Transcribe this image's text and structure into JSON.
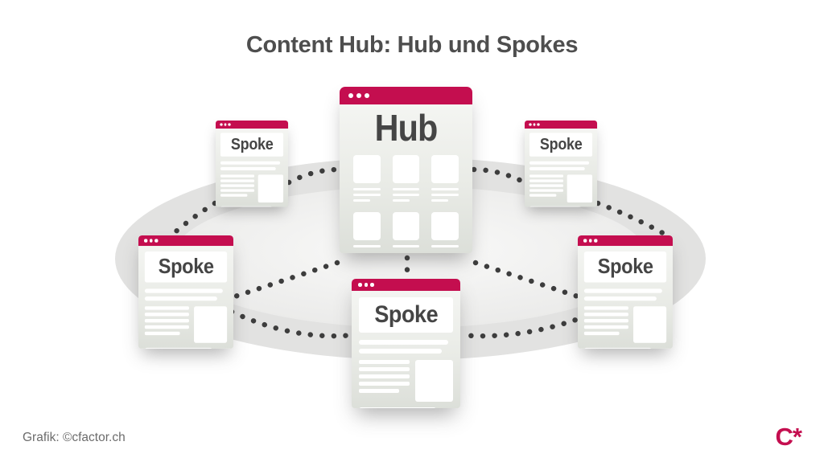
{
  "title": "Content Hub: Hub und Spokes",
  "diagram": {
    "hub": {
      "label": "Hub"
    },
    "spokes": [
      {
        "label": "Spoke",
        "position": "top-left"
      },
      {
        "label": "Spoke",
        "position": "top-right"
      },
      {
        "label": "Spoke",
        "position": "left"
      },
      {
        "label": "Spoke",
        "position": "right"
      },
      {
        "label": "Spoke",
        "position": "bottom"
      }
    ],
    "connections": [
      "hub - top-left spoke",
      "hub - top-right spoke",
      "hub - left spoke",
      "hub - right spoke",
      "hub - bottom spoke",
      "top-left spoke - left spoke",
      "top-right spoke - right spoke",
      "left spoke - bottom spoke",
      "right spoke - bottom spoke"
    ]
  },
  "footer": {
    "credit": "Grafik: ©cfactor.ch",
    "logo_text": "C*"
  },
  "colors": {
    "accent": "#c40e4f",
    "heading_text": "#454545",
    "dotted_line": "#3d3d3d",
    "ellipse_outer": "#e2e2e1",
    "card_body": "#e9ebe6"
  }
}
